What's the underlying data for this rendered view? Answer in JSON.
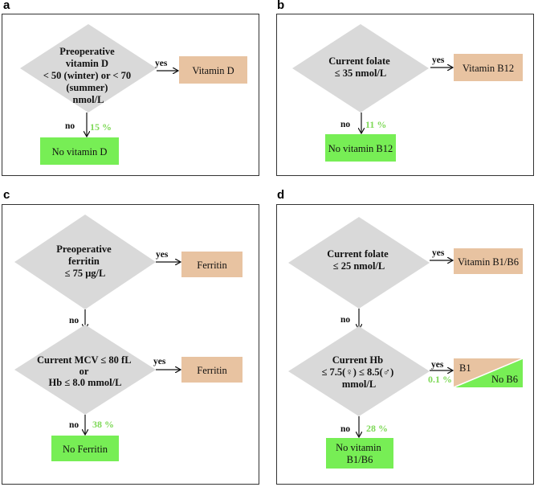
{
  "colors": {
    "diamond": "#d9d9d9",
    "tan_box": "#e8c3a1",
    "green_box": "#77ee55",
    "percent_text": "#7ed957",
    "border": "#333333"
  },
  "panel_a": {
    "letter": "a",
    "decision_lines": [
      "Preoperative",
      "vitamin D",
      "< 50 (winter) or < 70",
      "(summer)",
      "nmol/L"
    ],
    "yes_label": "yes",
    "yes_box": "Vitamin D",
    "no_label": "no",
    "percent": "15 %",
    "no_box": "No vitamin D"
  },
  "panel_b": {
    "letter": "b",
    "decision_lines": [
      "Current folate",
      "≤ 35 nmol/L"
    ],
    "yes_label": "yes",
    "yes_box": "Vitamin B12",
    "no_label": "no",
    "percent": "11 %",
    "no_box": "No vitamin B12"
  },
  "panel_c": {
    "letter": "c",
    "decision1_lines": [
      "Preoperative",
      "ferritin",
      "≤ 75 μg/L"
    ],
    "yes1_label": "yes",
    "yes1_box": "Ferritin",
    "no1_label": "no",
    "decision2_lines": [
      "Current MCV ≤ 80 fL",
      "or",
      "Hb ≤ 8.0 mmol/L"
    ],
    "yes2_label": "yes",
    "yes2_box": "Ferritin",
    "no2_label": "no",
    "percent": "38 %",
    "no_box": "No Ferritin"
  },
  "panel_d": {
    "letter": "d",
    "decision1_lines": [
      "Current folate",
      "≤ 25 nmol/L"
    ],
    "yes1_label": "yes",
    "yes1_box": "Vitamin B1/B6",
    "no1_label": "no",
    "decision2_lines": [
      "Current  Hb",
      "≤ 7.5(♀) ≤ 8.5(♂)",
      "mmol/L"
    ],
    "yes2_label": "yes",
    "yes2_percent": "0.1 %",
    "split_box_top": "B1",
    "split_box_bottom": "No B6",
    "no2_label": "no",
    "percent": "28 %",
    "no_box_lines": [
      "No vitamin",
      "B1/B6"
    ]
  }
}
